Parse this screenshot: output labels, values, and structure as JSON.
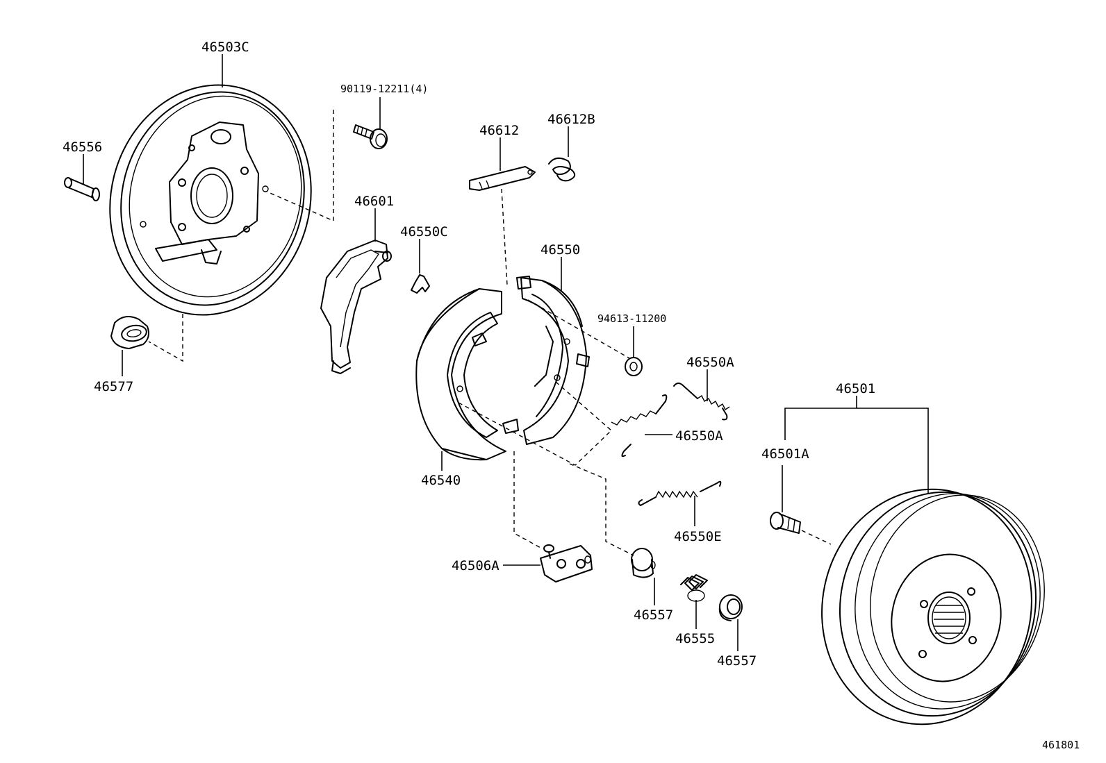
{
  "labels": {
    "backing_plate": "46503C",
    "bolt": "90119-12211(4)",
    "pin": "46556",
    "plug": "46577",
    "lever": "46601",
    "clip": "46550C",
    "strut": "46612",
    "strut_spring": "46612B",
    "shoe_kit": "46550",
    "washer": "94613-11200",
    "spring_a_upper": "46550A",
    "spring_a_lower": "46550A",
    "spring_e": "46550E",
    "shoe": "46540",
    "wheel_cylinder": "46506A",
    "cup_left": "46557",
    "compression_spring": "46555",
    "cup_right": "46557",
    "drum": "46501",
    "hub_bolt": "46501A"
  },
  "figure_code": "461801"
}
